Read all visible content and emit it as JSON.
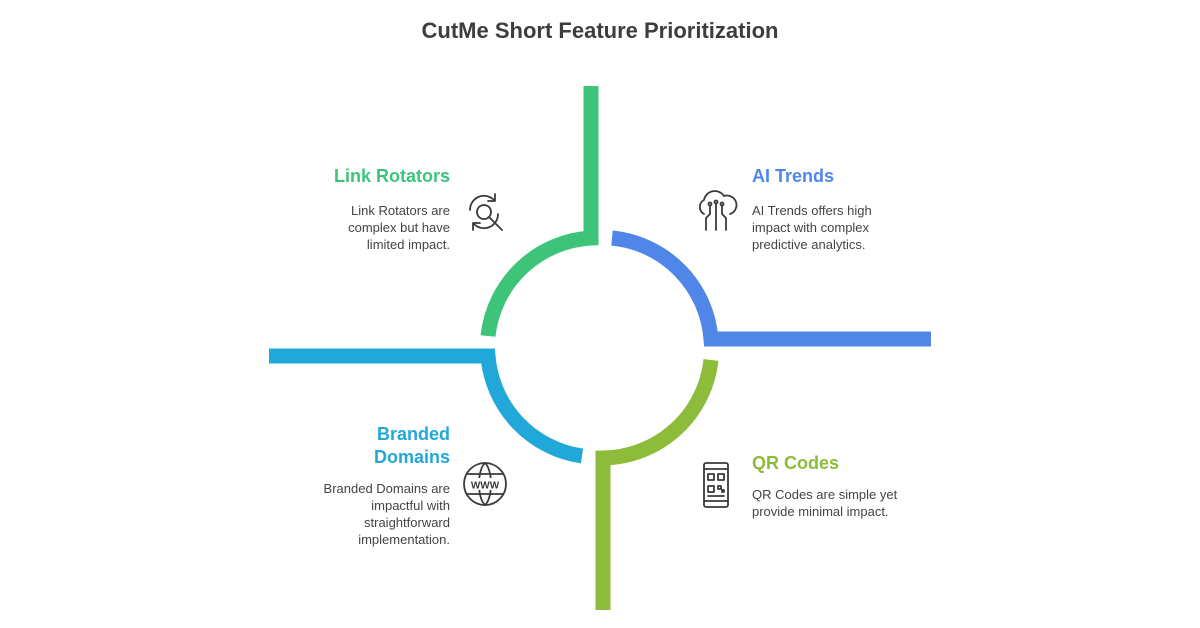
{
  "title": "CutMe Short Feature Prioritization",
  "colors": {
    "green": "#3ec47a",
    "blue": "#4f86e8",
    "cyan": "#22a8d8",
    "olive": "#8dbb3a",
    "icon": "#3a3a3a"
  },
  "quadrants": {
    "top_left": {
      "heading": "Link Rotators",
      "description": "Link Rotators are complex but have limited impact.",
      "icon": "refresh-search-icon"
    },
    "top_right": {
      "heading": "AI Trends",
      "description": "AI Trends offers high impact with complex predictive analytics.",
      "icon": "cloud-circuit-icon"
    },
    "bottom_left": {
      "heading": "Branded Domains",
      "description": "Branded Domains are impactful with straightforward implementation.",
      "icon": "www-globe-icon"
    },
    "bottom_right": {
      "heading": "QR Codes",
      "description": "QR Codes are simple yet provide minimal impact.",
      "icon": "qr-phone-icon"
    }
  }
}
